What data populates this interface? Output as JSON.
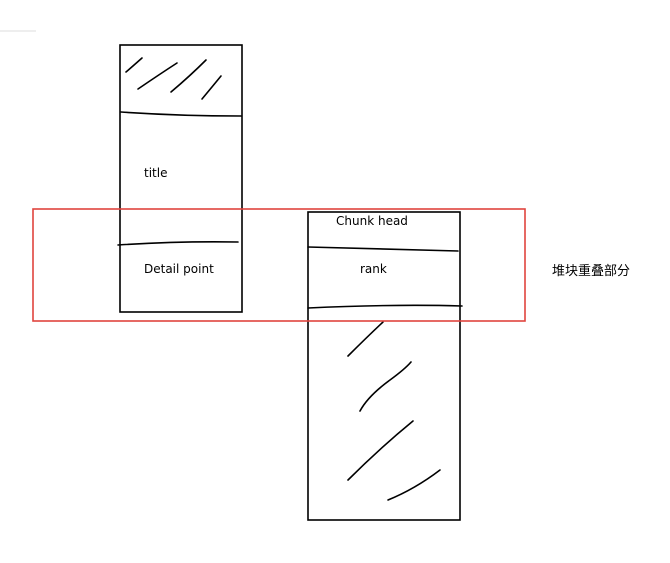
{
  "left_block": {
    "title_label": "title",
    "detail_label": "Detail point"
  },
  "right_block": {
    "head_label": "Chunk head",
    "rank_label": "rank"
  },
  "overlap": {
    "label": "堆块重叠部分",
    "highlight_color": "#e0443e"
  },
  "colors": {
    "ink": "#000000",
    "corner_mark": "#dddddd"
  }
}
